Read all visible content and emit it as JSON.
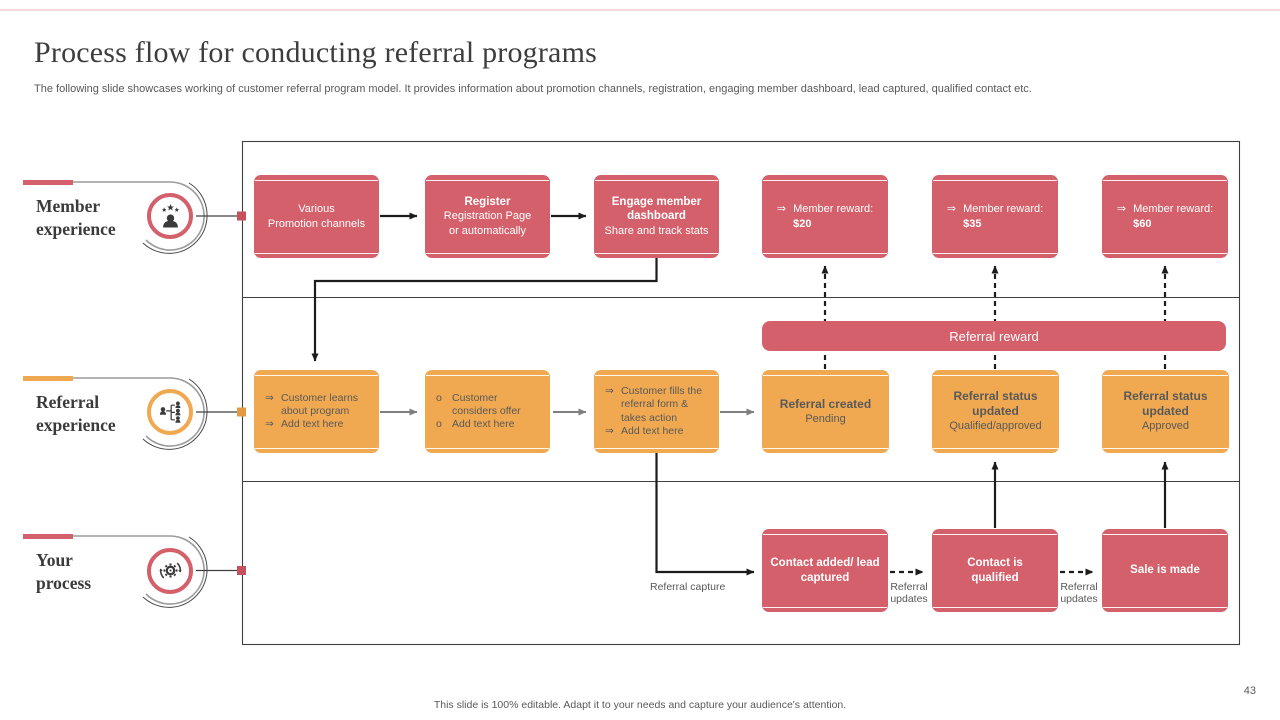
{
  "slide": {
    "title": "Process flow for conducting referral programs",
    "subtitle": "The following slide showcases working of customer referral program model. It provides information about promotion channels, registration, engaging member dashboard, lead captured, qualified contact etc.",
    "footer": "This slide is 100% editable. Adapt it to your needs and capture your audience's attention.",
    "page_number": "43"
  },
  "colors": {
    "red": "#d4606b",
    "orange": "#f0a951",
    "text_dark": "#3d3d3d",
    "text_gray": "#595959"
  },
  "icons": {
    "member": "user-with-stars",
    "referral": "referrer-people-network",
    "process": "gear-with-cycle-arrows"
  },
  "lanes": {
    "member": {
      "line1": "Member",
      "line2": "experience"
    },
    "referral": {
      "line1": "Referral",
      "line2": "experience"
    },
    "process": {
      "line1": "Your",
      "line2": "process"
    }
  },
  "member_row": {
    "promo": {
      "line1": "Various",
      "line2": "Promotion channels"
    },
    "register": {
      "title": "Register",
      "line1": "Registration Page",
      "line2": "or automatically"
    },
    "engage": {
      "title": "Engage member dashboard",
      "subtitle": "Share and track stats"
    },
    "rewards": [
      {
        "bullet": "⇒",
        "label": "Member reward:",
        "amount": "$20"
      },
      {
        "bullet": "⇒",
        "label": "Member reward:",
        "amount": "$35"
      },
      {
        "bullet": "⇒",
        "label": "Member reward:",
        "amount": "$60"
      }
    ]
  },
  "referral_row": {
    "reward_banner": "Referral reward",
    "learns": {
      "items": [
        {
          "bullet": "⇒",
          "text": "Customer learns about program"
        },
        {
          "bullet": "⇒",
          "text": "Add text here"
        }
      ]
    },
    "considers": {
      "items": [
        {
          "bullet": "o",
          "text": "Customer considers offer"
        },
        {
          "bullet": "o",
          "text": "Add text here"
        }
      ]
    },
    "fills": {
      "items": [
        {
          "bullet": "⇒",
          "text": "Customer fills the referral form & takes action"
        },
        {
          "bullet": "⇒",
          "text": "Add text here"
        }
      ]
    },
    "created": {
      "title": "Referral created",
      "subtitle": "Pending"
    },
    "updated1": {
      "title": "Referral status updated",
      "subtitle": "Qualified/approved"
    },
    "updated2": {
      "title": "Referral status updated",
      "subtitle": "Approved"
    }
  },
  "process_row": {
    "contact_added": {
      "title": "Contact added/ lead captured"
    },
    "contact_qualified": {
      "title": "Contact is qualified"
    },
    "sale": {
      "title": "Sale is made"
    },
    "labels": {
      "capture": "Referral capture",
      "updates1": "Referral updates",
      "updates2": "Referral updates"
    }
  }
}
